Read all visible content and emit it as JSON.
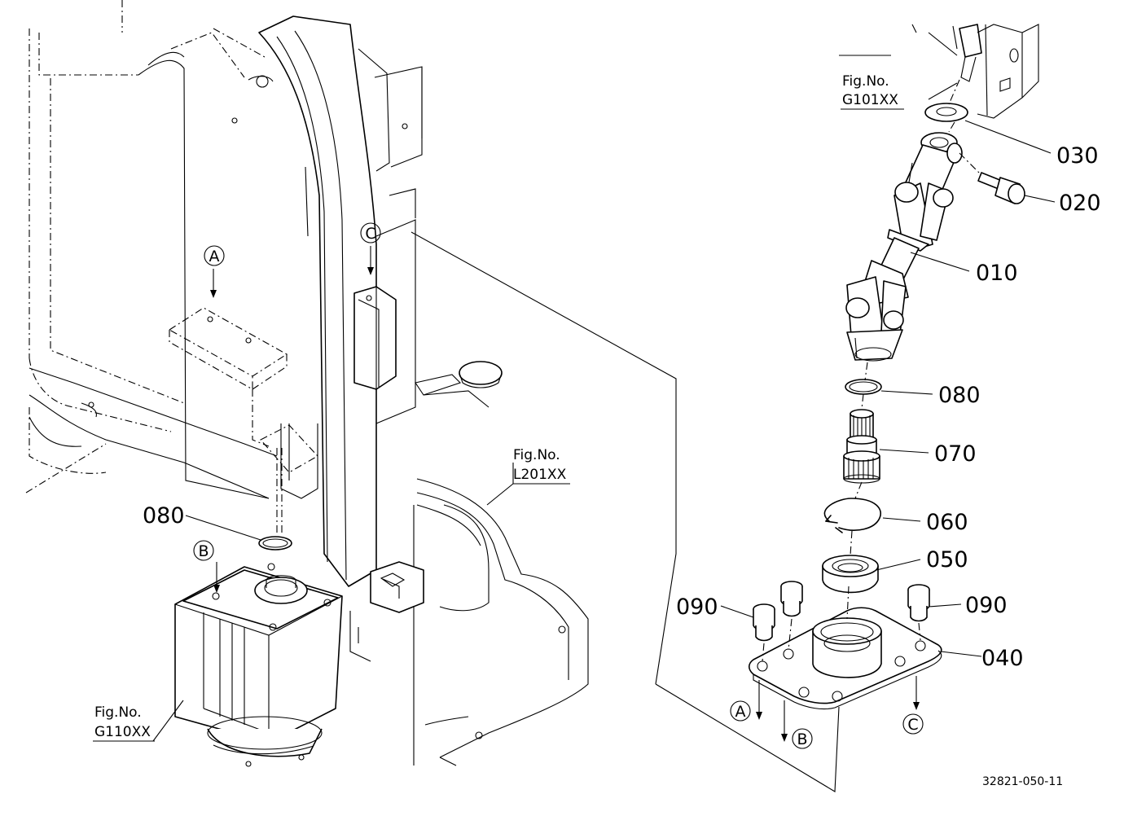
{
  "parts": [
    {
      "no": "010"
    },
    {
      "no": "020"
    },
    {
      "no": "030"
    },
    {
      "no": "040"
    },
    {
      "no": "050"
    },
    {
      "no": "060"
    },
    {
      "no": "070"
    },
    {
      "no": "080"
    },
    {
      "no": "090"
    }
  ],
  "callouts": {
    "p010": "010",
    "p020": "020",
    "p030": "030",
    "p040": "040",
    "p050": "050",
    "p060": "060",
    "p070": "070",
    "p080_right": "080",
    "p080_left": "080",
    "p090_left": "090",
    "p090_right": "090"
  },
  "fig_refs": {
    "g101": {
      "line1": "Fig.No.",
      "line2": "G101XX"
    },
    "l201": {
      "line1": "Fig.No.",
      "line2": "L201XX"
    },
    "g110": {
      "line1": "Fig.No.",
      "line2": "G110XX"
    }
  },
  "markers": {
    "a": "A",
    "b": "B",
    "c": "C"
  },
  "drawing_number": "32821-050-11"
}
